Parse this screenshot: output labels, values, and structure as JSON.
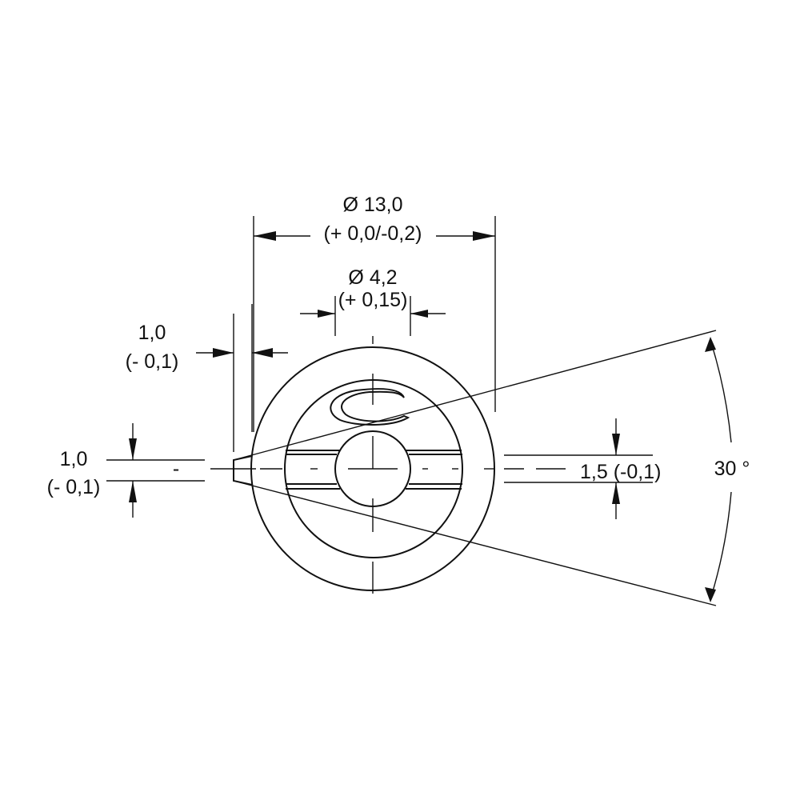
{
  "dimensions": {
    "outer_diameter": {
      "value": "Ø 13,0",
      "tolerance": "(+ 0,0/-0,2)"
    },
    "hole_diameter": {
      "value": "Ø 4,2",
      "tolerance": "(+ 0,15)"
    },
    "pointer_offset": {
      "value": "1,0",
      "tolerance": "(- 0,1)"
    },
    "pointer_width": {
      "value": "1,0",
      "tolerance": "(- 0,1)"
    },
    "slot_width": {
      "label": "1,5 (-0,1)"
    },
    "angle": {
      "label": "30 °"
    },
    "dash_mark": "-"
  },
  "logo": {
    "letter": "C"
  },
  "colors": {
    "line": "#111111",
    "background": "#ffffff"
  }
}
